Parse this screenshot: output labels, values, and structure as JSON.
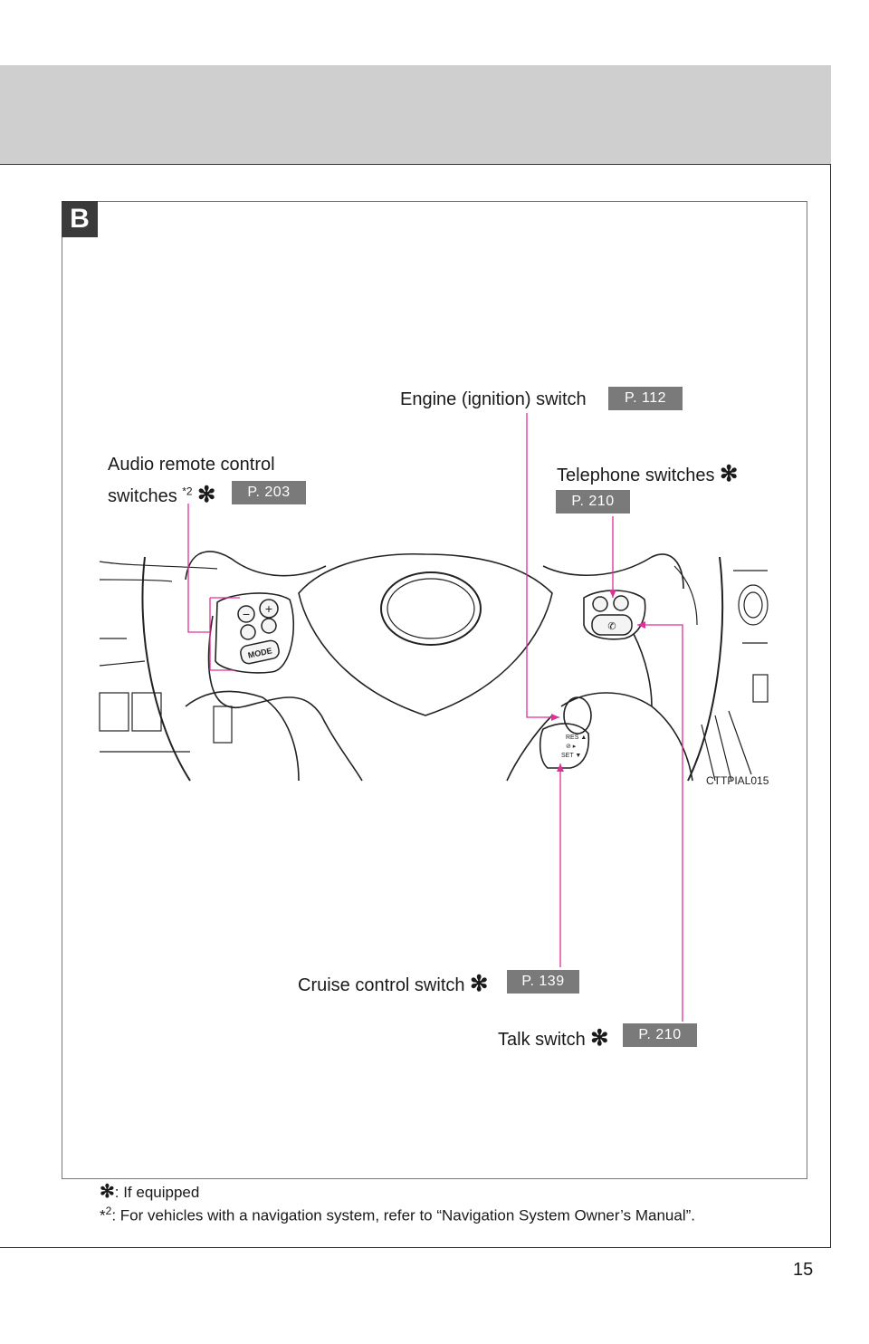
{
  "section": {
    "tag": "B"
  },
  "callouts": {
    "engine": {
      "label": "Engine (ignition) switch",
      "page": "P. 112"
    },
    "audio": {
      "line1": "Audio remote control",
      "line2": "switches ",
      "sup": "*2",
      "mark": "✻",
      "page": "P. 203"
    },
    "telephone": {
      "label": "Telephone switches ",
      "mark": "✻",
      "page": "P. 210"
    },
    "cruise": {
      "label": "Cruise control switch ",
      "mark": "✻",
      "page": "P. 139"
    },
    "talk": {
      "label": "Talk switch ",
      "mark": "✻",
      "page": "P. 210"
    }
  },
  "figure": {
    "code": "CTTPIAL015",
    "mode_button": "MODE"
  },
  "footnotes": {
    "note1_mark": "✻",
    "note1_text": ": If equipped",
    "note2_mark": "*",
    "note2_sup": "2",
    "note2_text": ": For vehicles with a navigation system, refer to “Navigation System Owner’s Manual”."
  },
  "page_number": "15",
  "colors": {
    "leader_line": "#e0309a",
    "page_box": "#7a7a7a",
    "header_band": "#cfcfcf",
    "section_tag": "#3a3a3a"
  }
}
